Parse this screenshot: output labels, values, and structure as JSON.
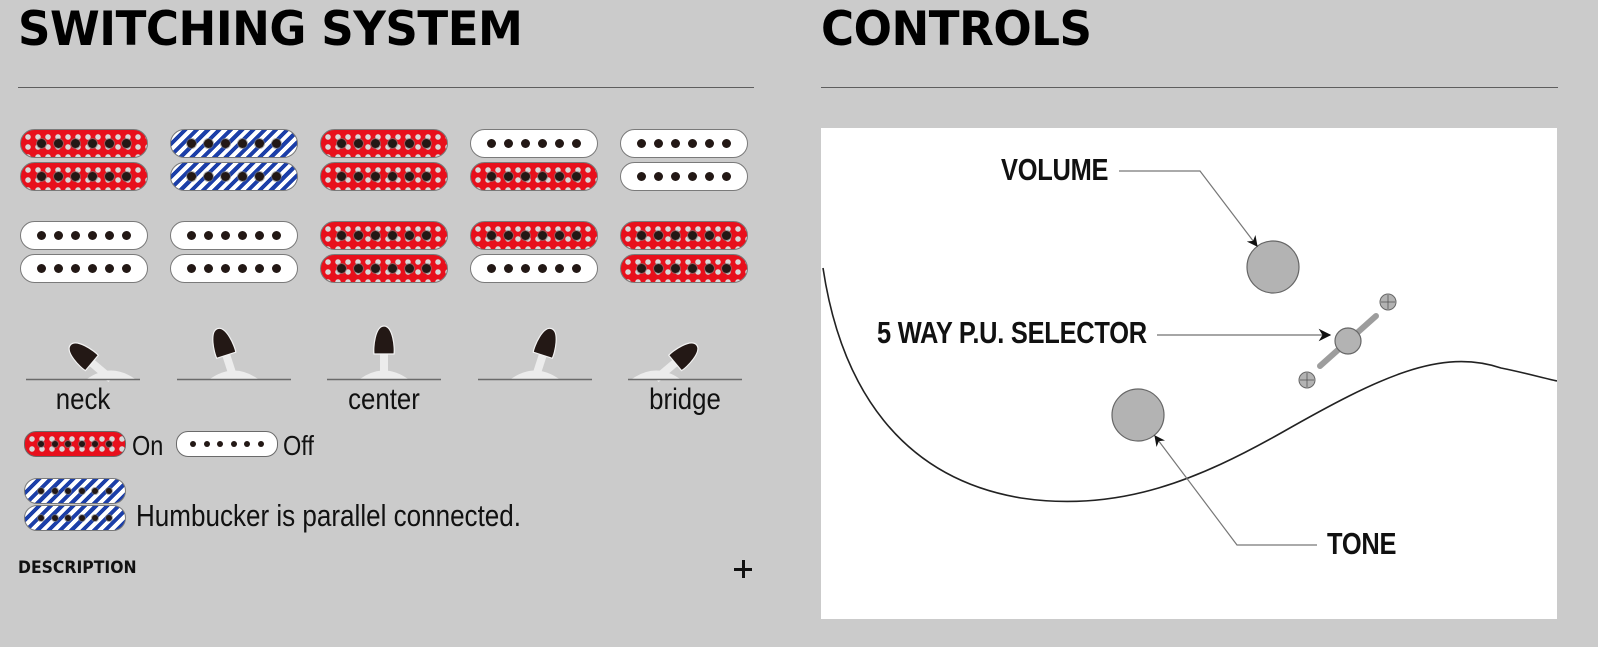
{
  "switching_system": {
    "title": "SWITCHING SYSTEM",
    "pickup_grid": {
      "rows": [
        [
          {
            "top": "on",
            "bottom": "on"
          },
          {
            "top": "parallel",
            "bottom": "parallel"
          },
          {
            "top": "on",
            "bottom": "on"
          },
          {
            "top": "off",
            "bottom": "on"
          },
          {
            "top": "off",
            "bottom": "off"
          }
        ],
        [
          {
            "top": "off",
            "bottom": "off"
          },
          {
            "top": "off",
            "bottom": "off"
          },
          {
            "top": "on",
            "bottom": "on"
          },
          {
            "top": "on",
            "bottom": "off"
          },
          {
            "top": "on",
            "bottom": "on"
          }
        ]
      ],
      "poles_per_coil": 6
    },
    "switch_positions": [
      {
        "label": "neck",
        "lever": "far-left"
      },
      {
        "label": "",
        "lever": "left"
      },
      {
        "label": "center",
        "lever": "center"
      },
      {
        "label": "",
        "lever": "right"
      },
      {
        "label": "bridge",
        "lever": "far-right"
      }
    ],
    "legend": {
      "on_label": "On",
      "off_label": "Off",
      "parallel_label": "Humbucker is parallel connected."
    },
    "description": {
      "label": "DESCRIPTION",
      "expand_icon": "plus-icon"
    },
    "colors": {
      "on": "#e8101c",
      "parallel": "#1c3fa8",
      "off": "#ffffff",
      "pole": "#231815"
    }
  },
  "controls": {
    "title": "CONTROLS",
    "callouts": {
      "volume": "VOLUME",
      "selector": "5 WAY P.U. SELECTOR",
      "tone": "TONE"
    }
  }
}
